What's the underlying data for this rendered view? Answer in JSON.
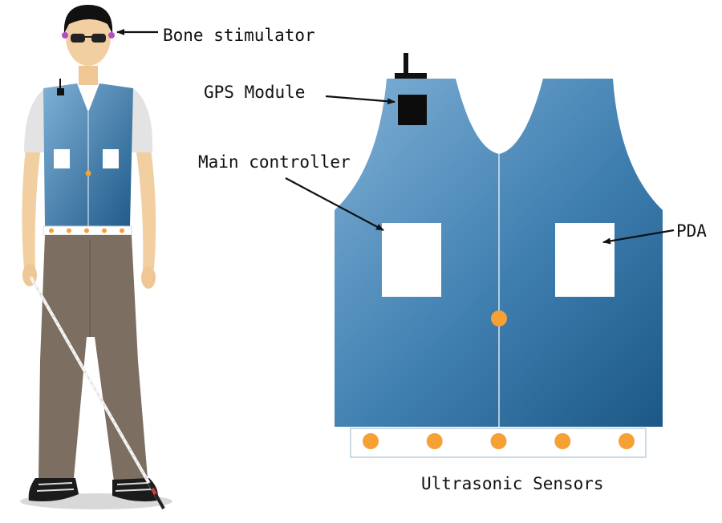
{
  "labels": {
    "bone_stimulator": "Bone stimulator",
    "gps_module": "GPS Module",
    "main_controller": "Main controller",
    "pda": "PDA",
    "ultrasonic_sensors": "Ultrasonic Sensors"
  },
  "colors": {
    "vest_light": "#7fb0d6",
    "vest_dark": "#1c5886",
    "sensor": "#f7a035",
    "pants": "#7c6e60",
    "skin": "#f2cfa1",
    "shirt": "#e3e3e3",
    "hair": "#111111"
  },
  "sensor_count": 5
}
